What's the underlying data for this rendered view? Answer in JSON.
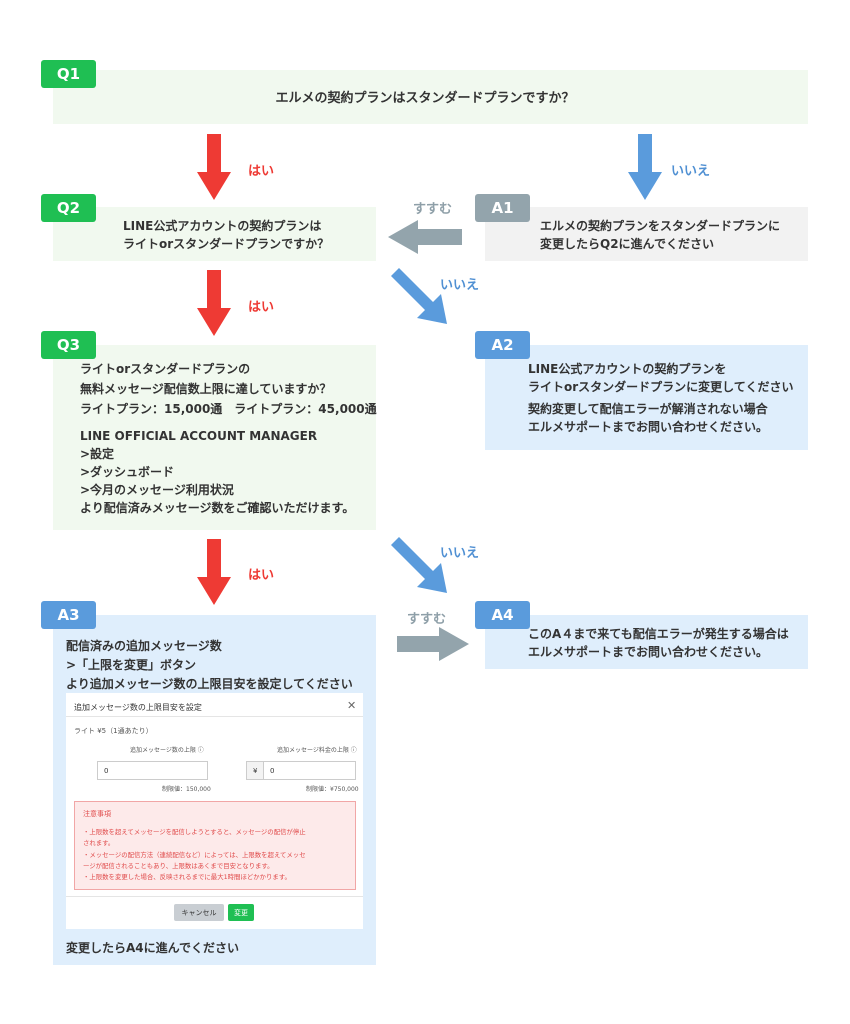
{
  "q1": {
    "tag": "Q1",
    "text": "エルメの契約プランはスタンダードプランですか？"
  },
  "q2": {
    "tag": "Q2",
    "lines": [
      "LINE公式アカウントの契約プランは",
      "ライトorスタンダードプランですか？"
    ]
  },
  "q3": {
    "tag": "Q3",
    "lines": [
      "ライトorスタンダードプランの",
      "無料メッセージ配信数上限に達していますか？",
      "ライトプラン：15,000通　ライトプラン：45,000通"
    ],
    "lines2": [
      "LINE OFFICIAL ACCOUNT MANAGER",
      ">設定",
      ">ダッシュボード",
      ">今月のメッセージ利用状況",
      "より配信済みメッセージ数をご確認いただけます。"
    ]
  },
  "a1": {
    "tag": "A1",
    "lines": [
      "エルメの契約プランをスタンダードプランに",
      "変更したらQ2に進んでください"
    ]
  },
  "a2": {
    "tag": "A2",
    "lines": [
      "LINE公式アカウントの契約プランを",
      "ライトorスタンダードプランに変更してください",
      "契約変更して配信エラーが解消されない場合",
      "エルメサポートまでお問い合わせください。"
    ]
  },
  "a3": {
    "tag": "A3",
    "lines": [
      "配信済みの追加メッセージ数",
      ">「上限を変更」ボタン",
      "より追加メッセージ数の上限目安を設定してください"
    ],
    "footer": "変更したらA4に進んでください"
  },
  "a4": {
    "tag": "A4",
    "lines": [
      "このA４まで来ても配信エラーが発生する場合は",
      "エルメサポートまでお問い合わせください。"
    ]
  },
  "arrows": {
    "yes1": "はい",
    "no1": "いいえ",
    "proceed1": "すすむ",
    "no2": "いいえ",
    "yes2": "はい",
    "no3": "いいえ",
    "yes3": "はい",
    "proceed2": "すすむ"
  },
  "dialog": {
    "title": "追加メッセージ数の上限目安を設定",
    "plan": "ライト ¥5（1通あたり）",
    "limit_label": "追加メッセージ数の上限 ⓘ",
    "fee_label": "追加メッセージ料金の上限 ⓘ",
    "limit_value": "0",
    "currency": "¥",
    "fee_value": "0",
    "limit_max": "制限値：150,000",
    "fee_max": "制限値：¥750,000",
    "notice_title": "注意事項",
    "notice_lines": [
      "・上限数を超えてメッセージを配信しようとすると、メッセージの配信が停止",
      "されます。",
      "・メッセージの配信方法（連続配信など）によっては、上限数を超えてメッセ",
      "ージが配信されることもあり、上限数はあくまで目安となります。",
      "・上限数を変更した場合、反映されるまでに最大1時間ほどかかります。"
    ],
    "cancel": "キャンセル",
    "change": "変更"
  },
  "colors": {
    "green": "#1fbf53",
    "red": "#ee3a34",
    "blue": "#5a9bdc",
    "gray": "#93a4ac"
  }
}
